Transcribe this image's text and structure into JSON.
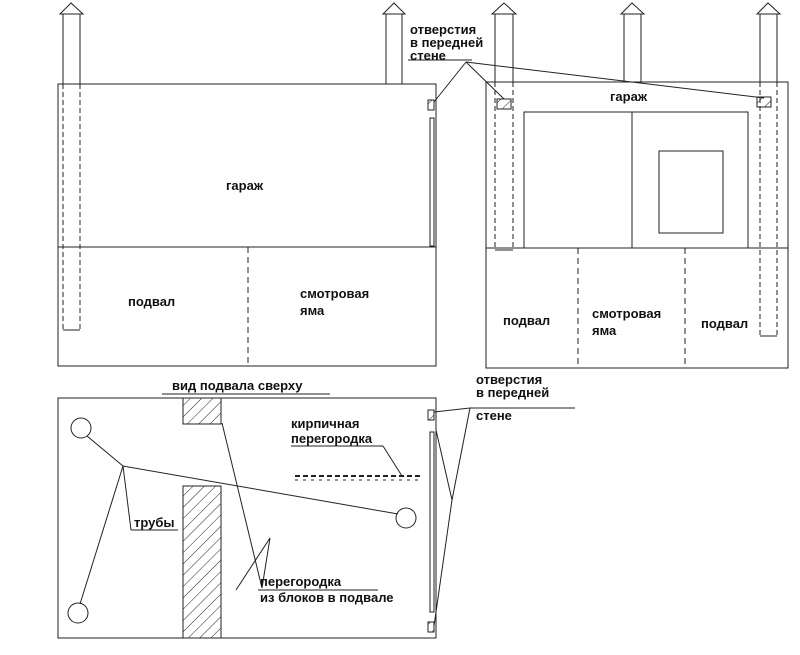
{
  "labels": {
    "garage_left": "гараж",
    "garage_right": "гараж",
    "basement_left": "подвал",
    "pit_left_1": "смотровая",
    "pit_left_2": "яма",
    "basement_right_a": "подвал",
    "pit_right_1": "смотровая",
    "pit_right_2": "яма",
    "basement_right_b": "подвал",
    "openings_top_1": "отверстия",
    "openings_top_2": "в передней",
    "openings_top_3": "стене",
    "basement_top_view": "вид подвала сверху",
    "brick_partition_1": "кирпичная",
    "brick_partition_2": "перегородка",
    "openings_bottom_1": "отверстия",
    "openings_bottom_2": "в передней",
    "openings_bottom_3": "стене",
    "pipes": "трубы",
    "block_partition_1": "перегородка",
    "block_partition_2": "из блоков в подвале"
  },
  "colors": {
    "line": "#222222",
    "background": "#ffffff"
  }
}
